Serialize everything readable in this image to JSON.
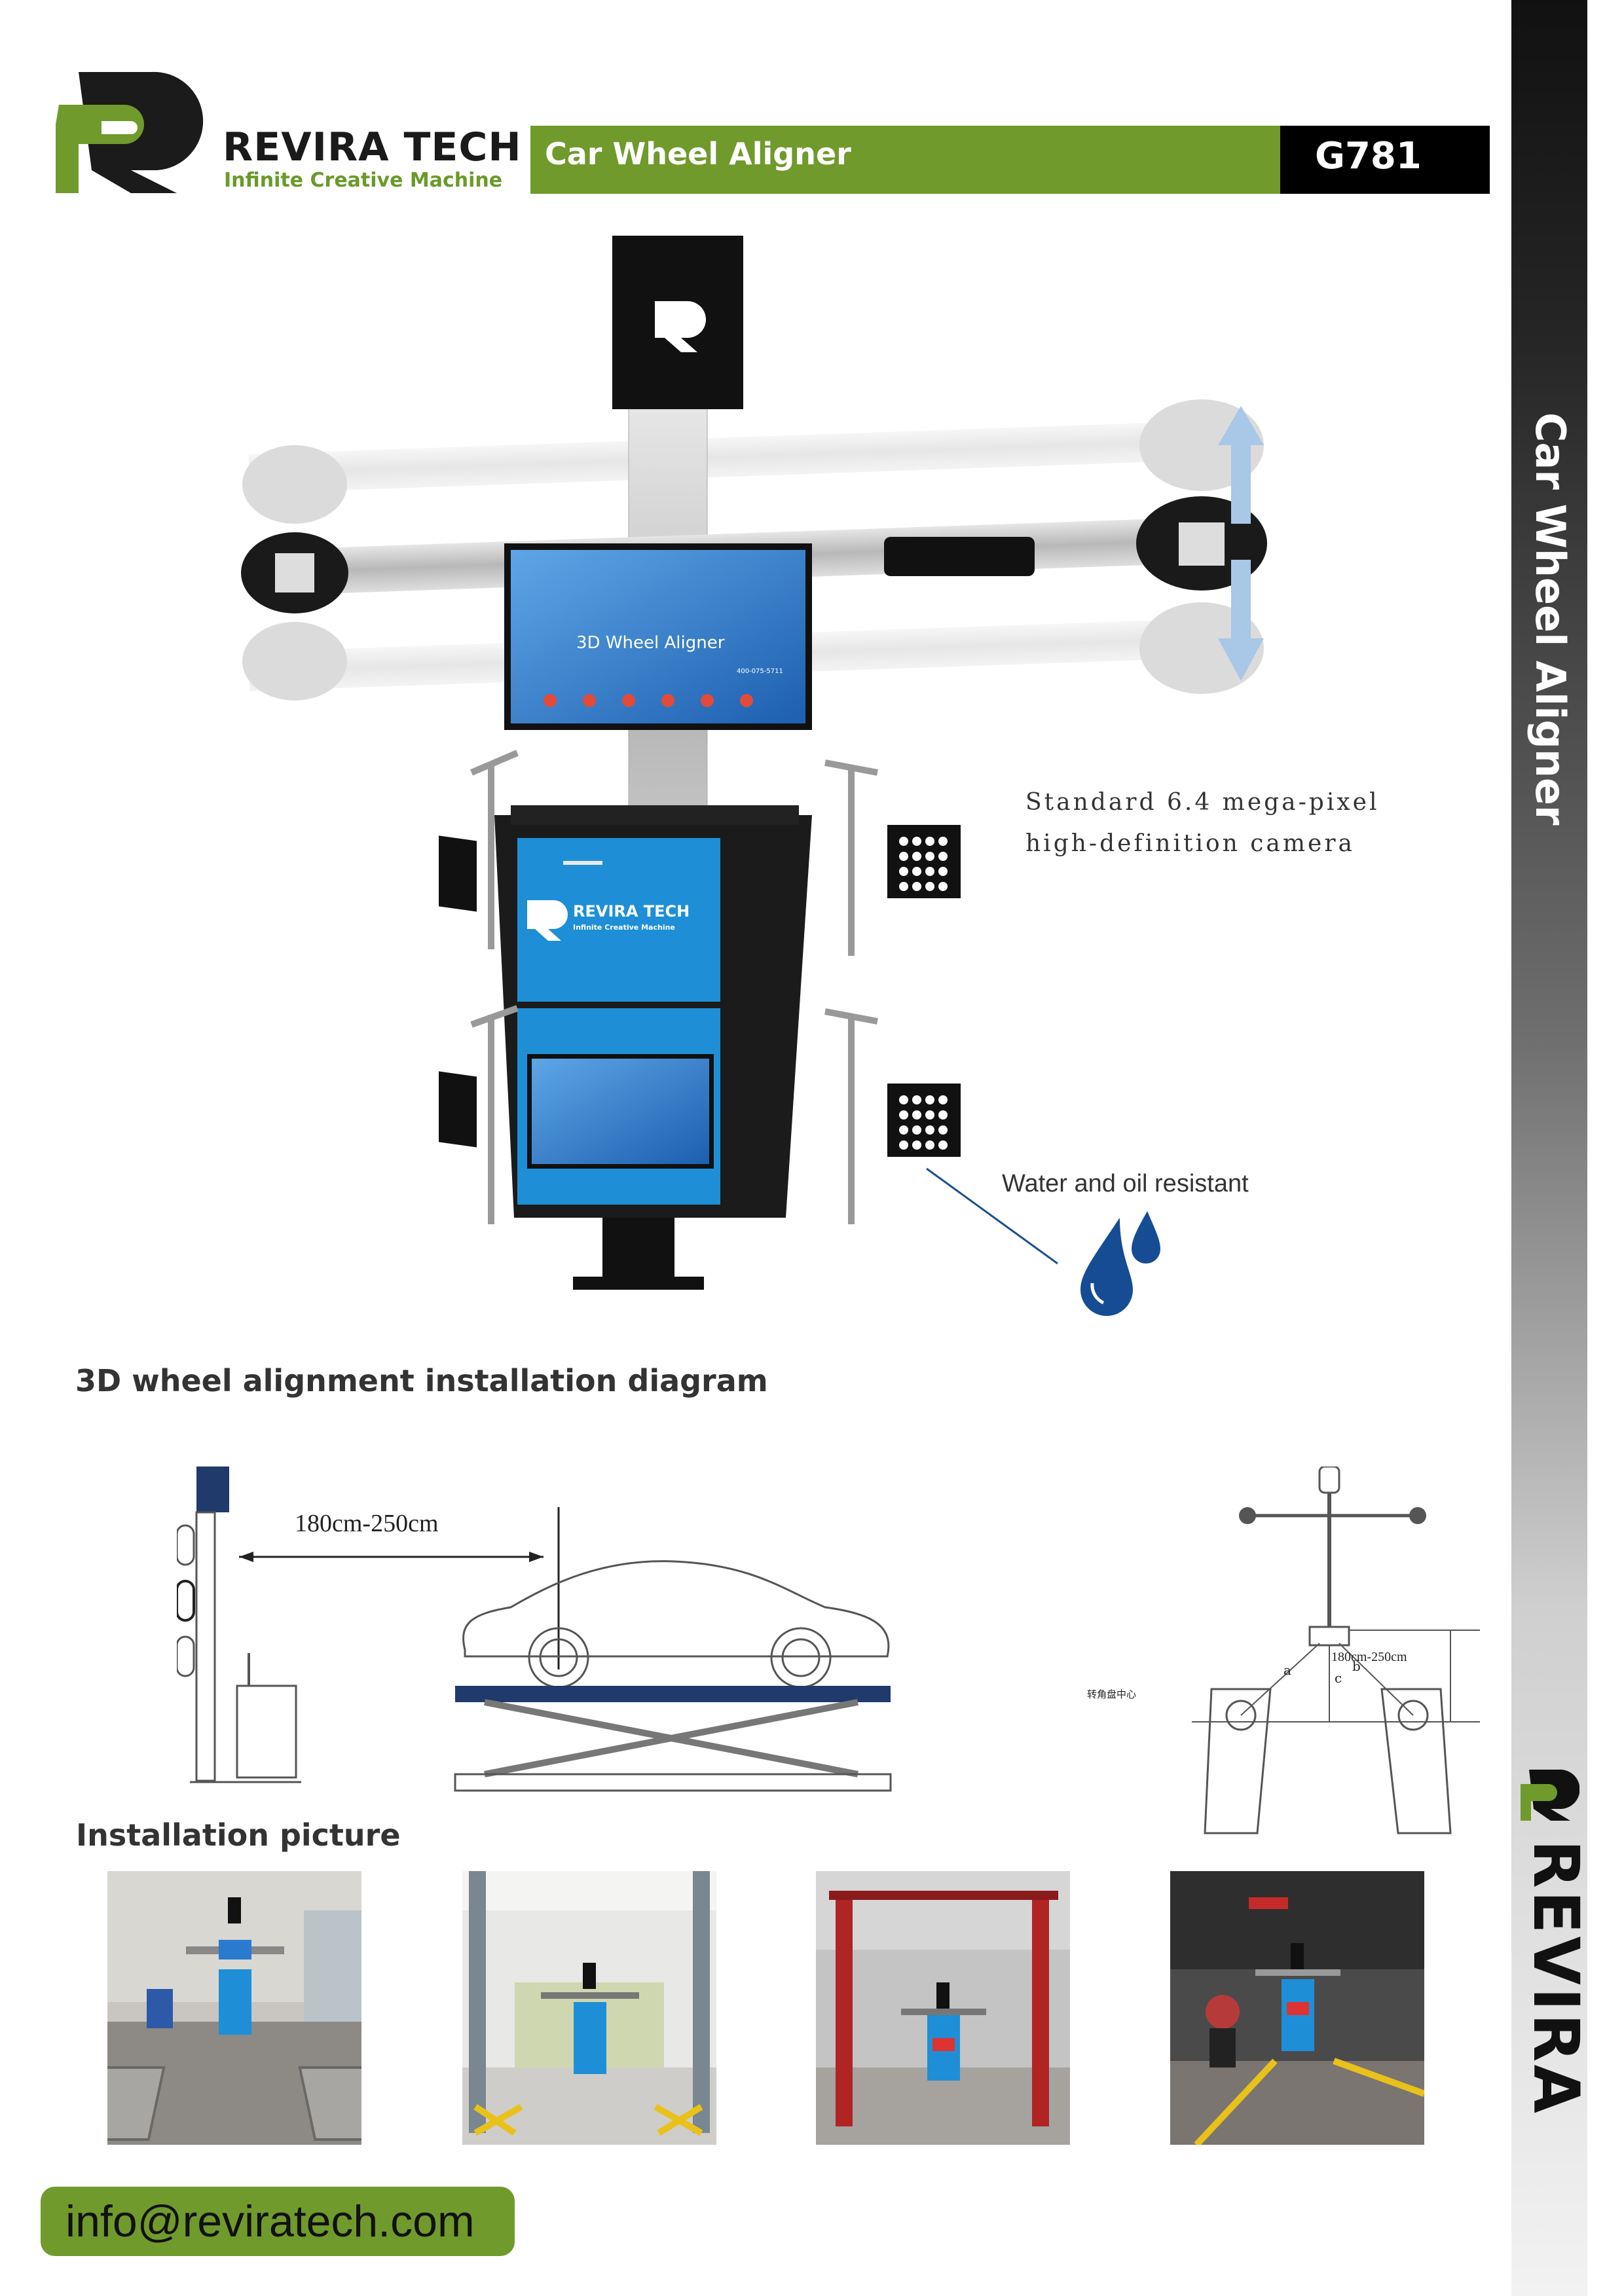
{
  "header": {
    "brand_name": "REVIRA TECH",
    "brand_tagline": "Infinite Creative Machine",
    "product_title": "Car Wheel Aligner",
    "model": "G781"
  },
  "sidebar": {
    "title": "Car Wheel Aligner",
    "brand": "REVIRA"
  },
  "product": {
    "cabinet_brand": "REVIRA TECH",
    "cabinet_tagline": "Infinite Creative Machine",
    "screen_title": "3D Wheel Aligner",
    "screen_phone": "400-075-5711",
    "features": {
      "camera": "Standard 6.4 mega-pixel\nhigh-definition camera",
      "water": "Water and oil resistant"
    }
  },
  "sections": {
    "diagram_heading": "3D wheel alignment installation diagram",
    "photos_heading": "Installation picture"
  },
  "diagram": {
    "side_distance": "180cm-250cm",
    "top_distance": "180cm-250cm",
    "labels": [
      "a",
      "b",
      "c"
    ],
    "turntable_center": "转角盘中心"
  },
  "footer": {
    "email": "info@reviratech.com"
  },
  "colors": {
    "brand_green": "#709a2c",
    "cabinet_blue": "#1e8fd6",
    "black": "#000000"
  }
}
